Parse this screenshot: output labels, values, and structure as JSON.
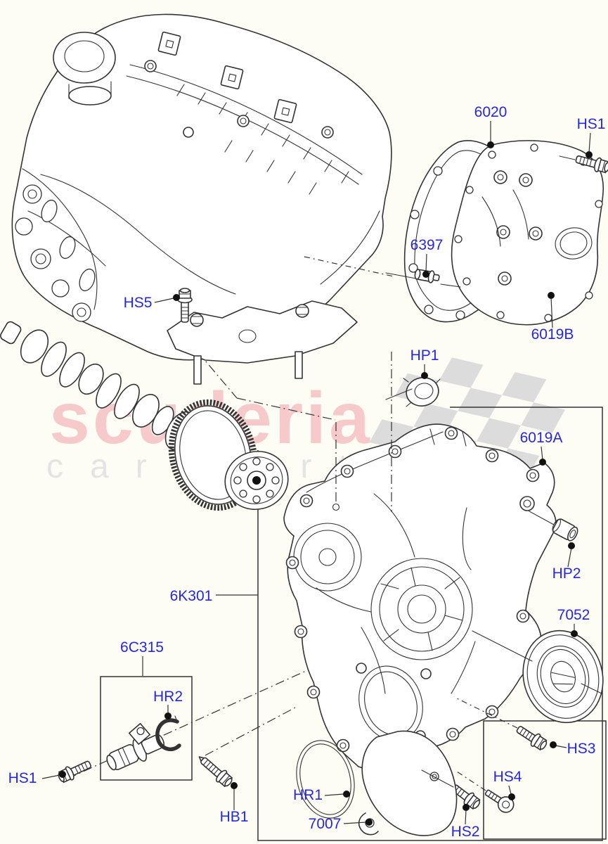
{
  "watermark": {
    "brand": "scuderia",
    "tagline": "car parts",
    "brand_color": "#f6caca",
    "tagline_color": "#e4e4e4",
    "flag_color": "#dcdcdc"
  },
  "diagram": {
    "background_color": "#fdfdf6",
    "line_color": "#333333",
    "label_color": "#2727dd",
    "callouts": [
      {
        "label": "6020"
      },
      {
        "label": "HS1"
      },
      {
        "label": "6397"
      },
      {
        "label": "6019B"
      },
      {
        "label": "HS5"
      },
      {
        "label": "HP1"
      },
      {
        "label": "6019A"
      },
      {
        "label": "HP2"
      },
      {
        "label": "6K301"
      },
      {
        "label": "7052"
      },
      {
        "label": "6C315"
      },
      {
        "label": "HR2"
      },
      {
        "label": "HS3"
      },
      {
        "label": "HS1"
      },
      {
        "label": "HS4"
      },
      {
        "label": "HB1"
      },
      {
        "label": "HR1"
      },
      {
        "label": "7007"
      },
      {
        "label": "HS2"
      }
    ]
  }
}
